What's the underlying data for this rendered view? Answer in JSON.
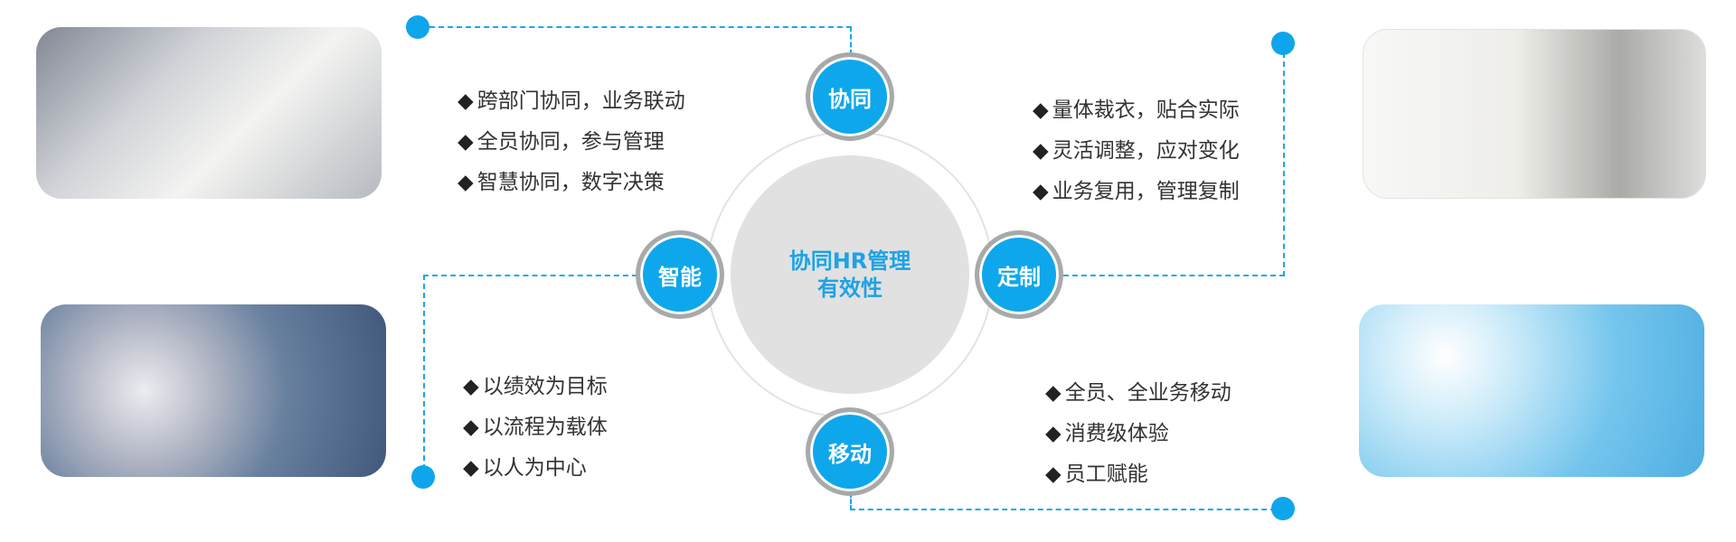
{
  "center": {
    "line1": "协同HR管理",
    "line2": "有效性"
  },
  "nodes": {
    "top": "协同",
    "left": "智能",
    "right": "定制",
    "bottom": "移动"
  },
  "lists": {
    "top_left": [
      "跨部门协同，业务联动",
      "全员协同，参与管理",
      "智慧协同，数字决策"
    ],
    "top_right": [
      "量体裁衣，贴合实际",
      "灵活调整，应对变化",
      "业务复用，管理复制"
    ],
    "bottom_left": [
      "以绩效为目标",
      "以流程为载体",
      "以人为中心"
    ],
    "bottom_right": [
      "全员、全业务移动",
      "消费级体验",
      "员工赋能"
    ]
  },
  "colors": {
    "accent": "#0ea7ec",
    "disk": "#e1e1e1",
    "text": "#333333"
  }
}
